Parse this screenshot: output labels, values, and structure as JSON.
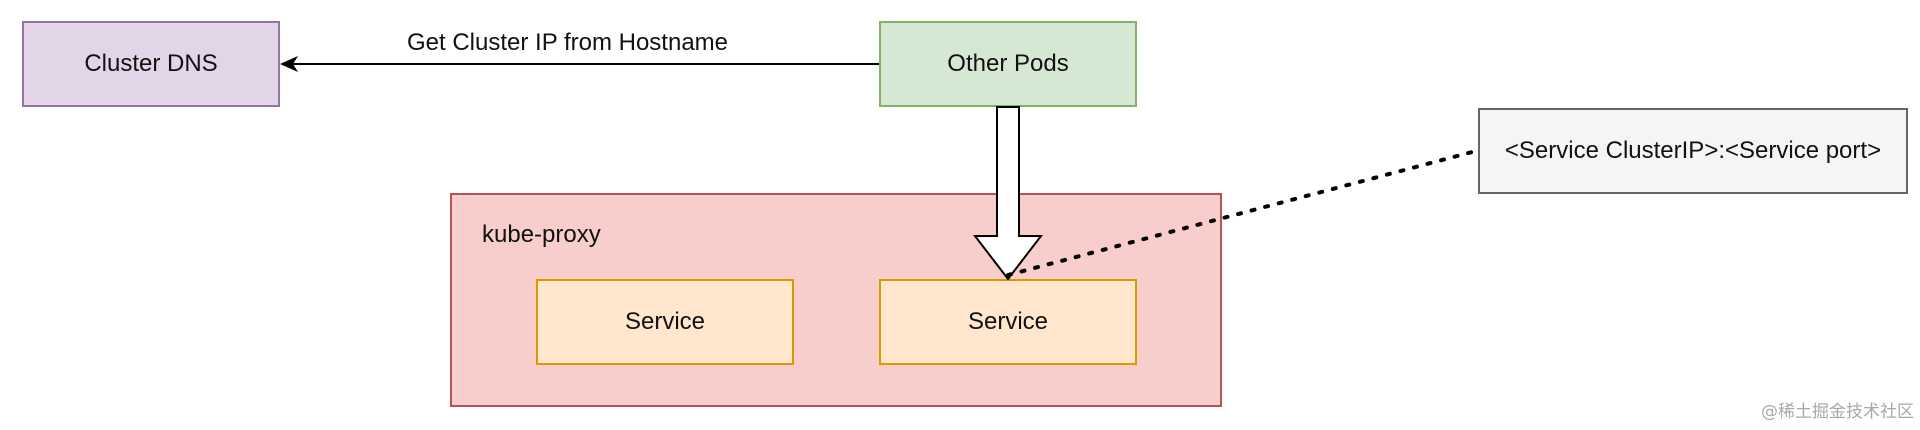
{
  "nodes": {
    "cluster_dns": "Cluster DNS",
    "other_pods": "Other Pods",
    "service_ip": "<Service ClusterIP>:<Service port>",
    "kube_proxy": "kube-proxy",
    "service_1": "Service",
    "service_2": "Service"
  },
  "edges": {
    "dns_lookup": "Get Cluster IP from Hostname"
  },
  "watermark": "@稀土掘金技术社区",
  "colors": {
    "dns_fill": "#e1d5e7",
    "dns_stroke": "#9673a6",
    "pods_fill": "#d5e8d4",
    "pods_stroke": "#82b366",
    "proxy_fill": "#f8cecc",
    "proxy_stroke": "#b85450",
    "service_fill": "#ffe6cc",
    "service_stroke": "#d79b00",
    "note_fill": "#f5f5f5",
    "note_stroke": "#666666"
  }
}
